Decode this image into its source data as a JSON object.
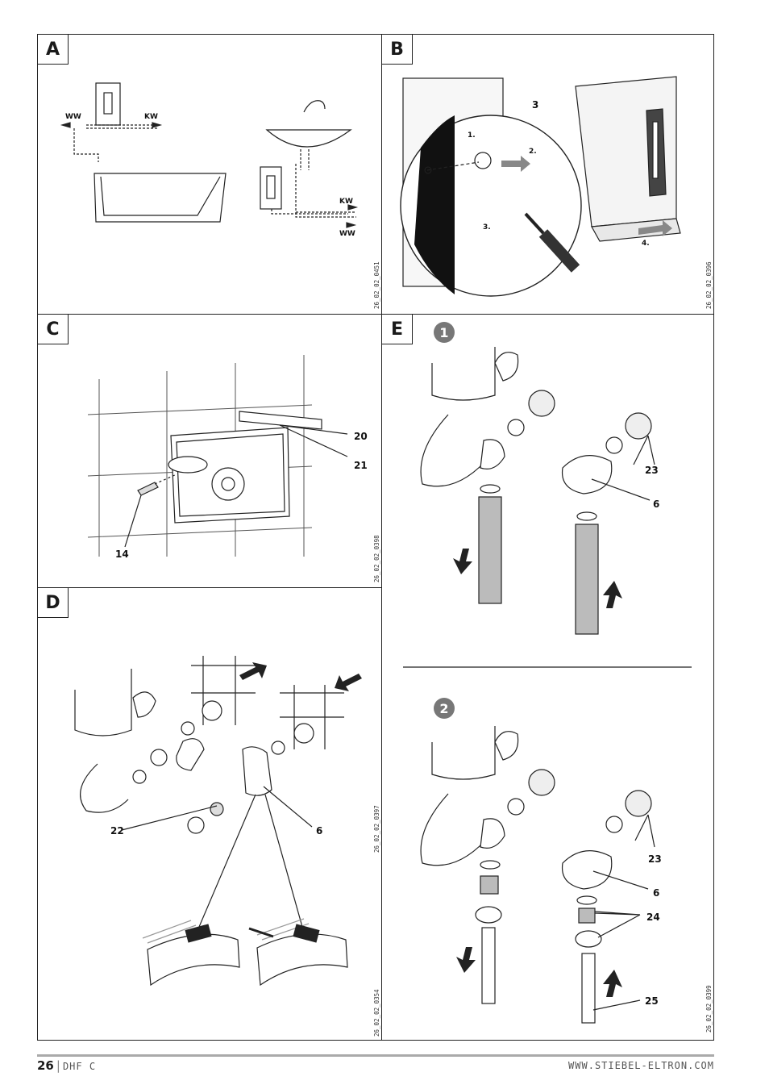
{
  "footer": {
    "page_number": "26",
    "separator": "|",
    "doc_name": "DHF C",
    "website": "WWW.STIEBEL-ELTRON.COM"
  },
  "panels": {
    "A": {
      "letter": "A",
      "code": "26_02_02_0451",
      "labels": {
        "ww_left": "WW",
        "kw_left": "KW",
        "kw_right": "KW",
        "ww_right": "WW"
      }
    },
    "B": {
      "letter": "B",
      "code": "26_02_02_0396",
      "labels": {
        "part3": "3",
        "step1": "1.",
        "step2": "2.",
        "step3": "3.",
        "step4": "4."
      }
    },
    "C": {
      "letter": "C",
      "code": "26_02_02_0398",
      "labels": {
        "part20": "20",
        "part21": "21",
        "part14": "14"
      }
    },
    "D": {
      "letter": "D",
      "code_top": "26_02_02_0397",
      "code_bottom": "26_02_02_0354",
      "labels": {
        "part22": "22",
        "part6": "6"
      }
    },
    "E": {
      "letter": "E",
      "code": "26_02_02_0399",
      "step1": "1",
      "step2": "2",
      "labels": {
        "s1_23": "23",
        "s1_6": "6",
        "s2_23": "23",
        "s2_6": "6",
        "s2_24": "24",
        "s2_25": "25"
      }
    }
  }
}
